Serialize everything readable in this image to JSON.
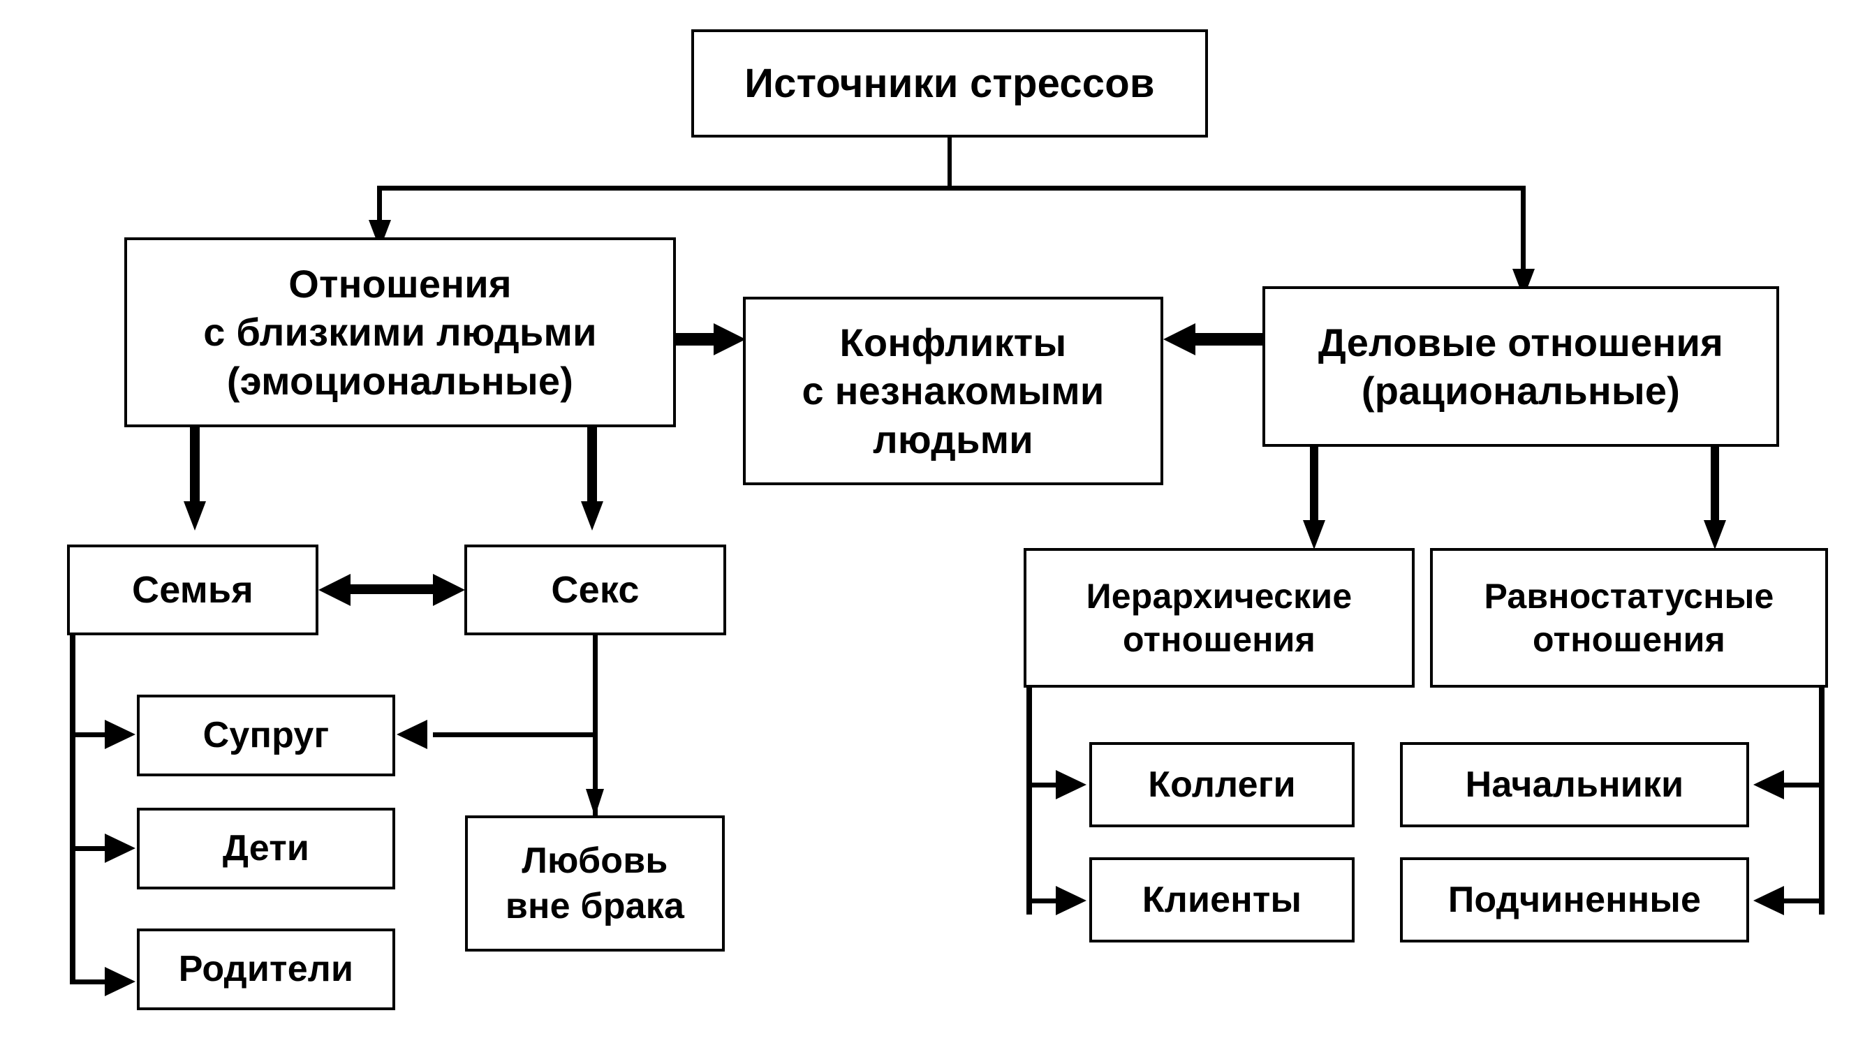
{
  "diagram": {
    "title": "Источники стрессов",
    "nodes": {
      "root": "Источники стрессов",
      "close_relations": "Отношения\nс близкими людьми\n(эмоциональные)",
      "conflicts": "Конфликты\nс незнакомыми\nлюдьми",
      "business_relations": "Деловые отношения\n(рациональные)",
      "family": "Семья",
      "sex": "Секс",
      "spouse": "Супруг",
      "children": "Дети",
      "parents": "Родители",
      "love_outside_marriage": "Любовь\nвне брака",
      "hierarchical": "Иерархические\nотношения",
      "equal_status": "Равностатусные\nотношения",
      "colleagues": "Коллеги",
      "clients": "Клиенты",
      "bosses": "Начальники",
      "subordinates": "Подчиненные"
    },
    "colors": {
      "stroke": "#000000",
      "fill": "#ffffff",
      "text": "#000000"
    },
    "edges": [
      {
        "from": "root",
        "to": "close_relations",
        "style": "arrow-down"
      },
      {
        "from": "root",
        "to": "business_relations",
        "style": "arrow-down"
      },
      {
        "from": "close_relations",
        "to": "conflicts",
        "style": "arrow-right"
      },
      {
        "from": "business_relations",
        "to": "conflicts",
        "style": "arrow-left"
      },
      {
        "from": "close_relations",
        "to": "family",
        "style": "arrow-down"
      },
      {
        "from": "close_relations",
        "to": "sex",
        "style": "arrow-down"
      },
      {
        "from": "family",
        "to": "sex",
        "style": "arrow-double"
      },
      {
        "from": "family",
        "to": "spouse",
        "style": "arrow-right"
      },
      {
        "from": "family",
        "to": "children",
        "style": "arrow-right"
      },
      {
        "from": "family",
        "to": "parents",
        "style": "arrow-right"
      },
      {
        "from": "sex",
        "to": "spouse",
        "style": "arrow-left"
      },
      {
        "from": "sex",
        "to": "love_outside_marriage",
        "style": "arrow-down"
      },
      {
        "from": "business_relations",
        "to": "hierarchical",
        "style": "arrow-down"
      },
      {
        "from": "business_relations",
        "to": "equal_status",
        "style": "arrow-down"
      },
      {
        "from": "hierarchical",
        "to": "colleagues",
        "style": "arrow-right"
      },
      {
        "from": "hierarchical",
        "to": "clients",
        "style": "arrow-right"
      },
      {
        "from": "equal_status",
        "to": "bosses",
        "style": "arrow-left"
      },
      {
        "from": "equal_status",
        "to": "subordinates",
        "style": "arrow-left"
      }
    ]
  }
}
